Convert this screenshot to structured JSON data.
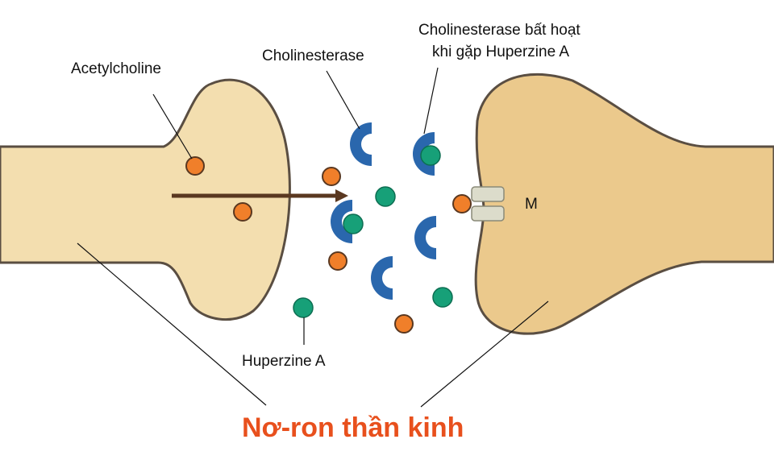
{
  "labels": {
    "acetylcholine": "Acetylcholine",
    "cholinesterase": "Cholinesterase",
    "inactive_line1": "Cholinesterase bất hoạt",
    "inactive_line2": "khi gặp Huperzine A",
    "receptor": "M",
    "huperzine": "Huperzine A",
    "neuron": "Nơ-ron thần kinh"
  },
  "colors": {
    "presynaptic_fill": "#f3deaf",
    "postsynaptic_fill": "#ebc98c",
    "membrane_stroke": "#5a4e42",
    "acetylcholine": "#f07f2a",
    "huperzine": "#17a078",
    "cholinesterase": "#2a67ad",
    "arrow": "#5a3820",
    "title": "#e8501d"
  },
  "icons": {
    "acetylcholine_molecule": "orange-circle",
    "huperzine_molecule": "green-circle",
    "cholinesterase_enzyme": "blue-c-shape",
    "receptor_channel": "grey-gate",
    "signal_direction": "right-arrow"
  }
}
